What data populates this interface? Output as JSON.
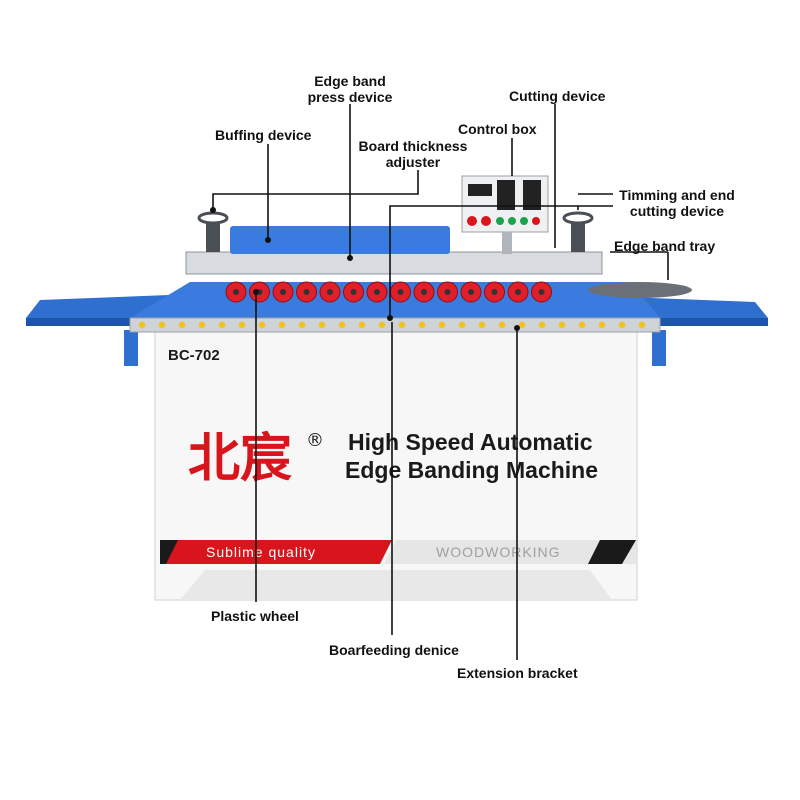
{
  "machine": {
    "model": "BC-702",
    "brand_cn": "北宸",
    "registered_mark": "®",
    "headline_line1": "High Speed Automatic",
    "headline_line2": "Edge Banding Machine",
    "strip_left": "Sublime quality",
    "strip_right": "WOODWORKING"
  },
  "callouts": {
    "edge_band_press_line1": "Edge band",
    "edge_band_press_line2": "press device",
    "cutting_device": "Cutting device",
    "buffing_device": "Buffing device",
    "control_box": "Control box",
    "board_thickness_line1": "Board thickness",
    "board_thickness_line2": "adjuster",
    "timming_line1": "Timming and end",
    "timming_line2": "cutting device",
    "edge_band_tray": "Edge band tray",
    "plastic_wheel": "Plastic wheel",
    "boarfeeding": "Boarfeeding denice",
    "extension_bracket": "Extension bracket"
  },
  "colors": {
    "brand_red": "#d8141c",
    "machine_blue": "#2f6fd0",
    "roller_red": "#e01f2b",
    "body_white": "#f7f7f7"
  }
}
